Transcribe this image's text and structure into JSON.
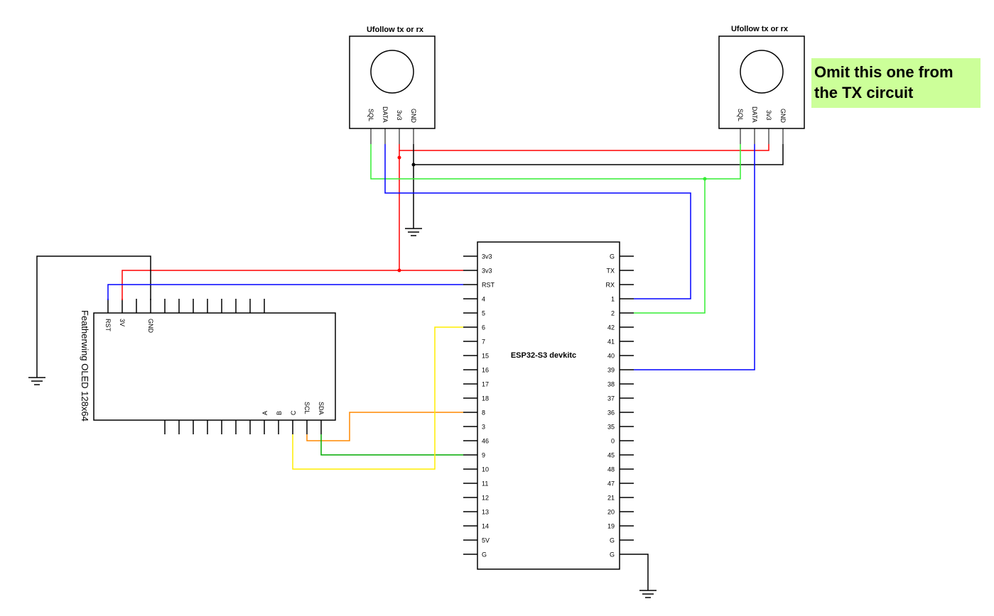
{
  "receivers": [
    {
      "title": "Ufollow tx or rx",
      "pins": [
        "SQL",
        "DATA",
        "3v3",
        "GND"
      ]
    },
    {
      "title": "Ufollow tx or rx",
      "pins": [
        "SQL",
        "DATA",
        "3v3",
        "GND"
      ]
    }
  ],
  "note": "Omit this one from the TX circuit",
  "esp32": {
    "title": "ESP32-S3 devkitc",
    "left_pins": [
      "3v3",
      "3v3",
      "RST",
      "4",
      "5",
      "6",
      "7",
      "15",
      "16",
      "17",
      "18",
      "8",
      "3",
      "46",
      "9",
      "10",
      "11",
      "12",
      "13",
      "14",
      "5V",
      "G"
    ],
    "right_pins": [
      "G",
      "TX",
      "RX",
      "1",
      "2",
      "42",
      "41",
      "40",
      "39",
      "38",
      "37",
      "36",
      "35",
      "0",
      "45",
      "48",
      "47",
      "21",
      "20",
      "19",
      "G",
      "G"
    ]
  },
  "oled": {
    "title": "Featherwing OLED 128x64",
    "top_pins": [
      "RST",
      "3V",
      "GND"
    ],
    "bottom_pins": [
      "A",
      "B",
      "C",
      "SCL",
      "SDA"
    ]
  },
  "colors": {
    "power": "#ff0000",
    "ground": "#000000",
    "sql": "#33ee33",
    "data": "#0000ff",
    "scl": "#ff8800",
    "sda": "#00aa00",
    "c": "#ffee00",
    "note_bg": "#ccff99"
  }
}
